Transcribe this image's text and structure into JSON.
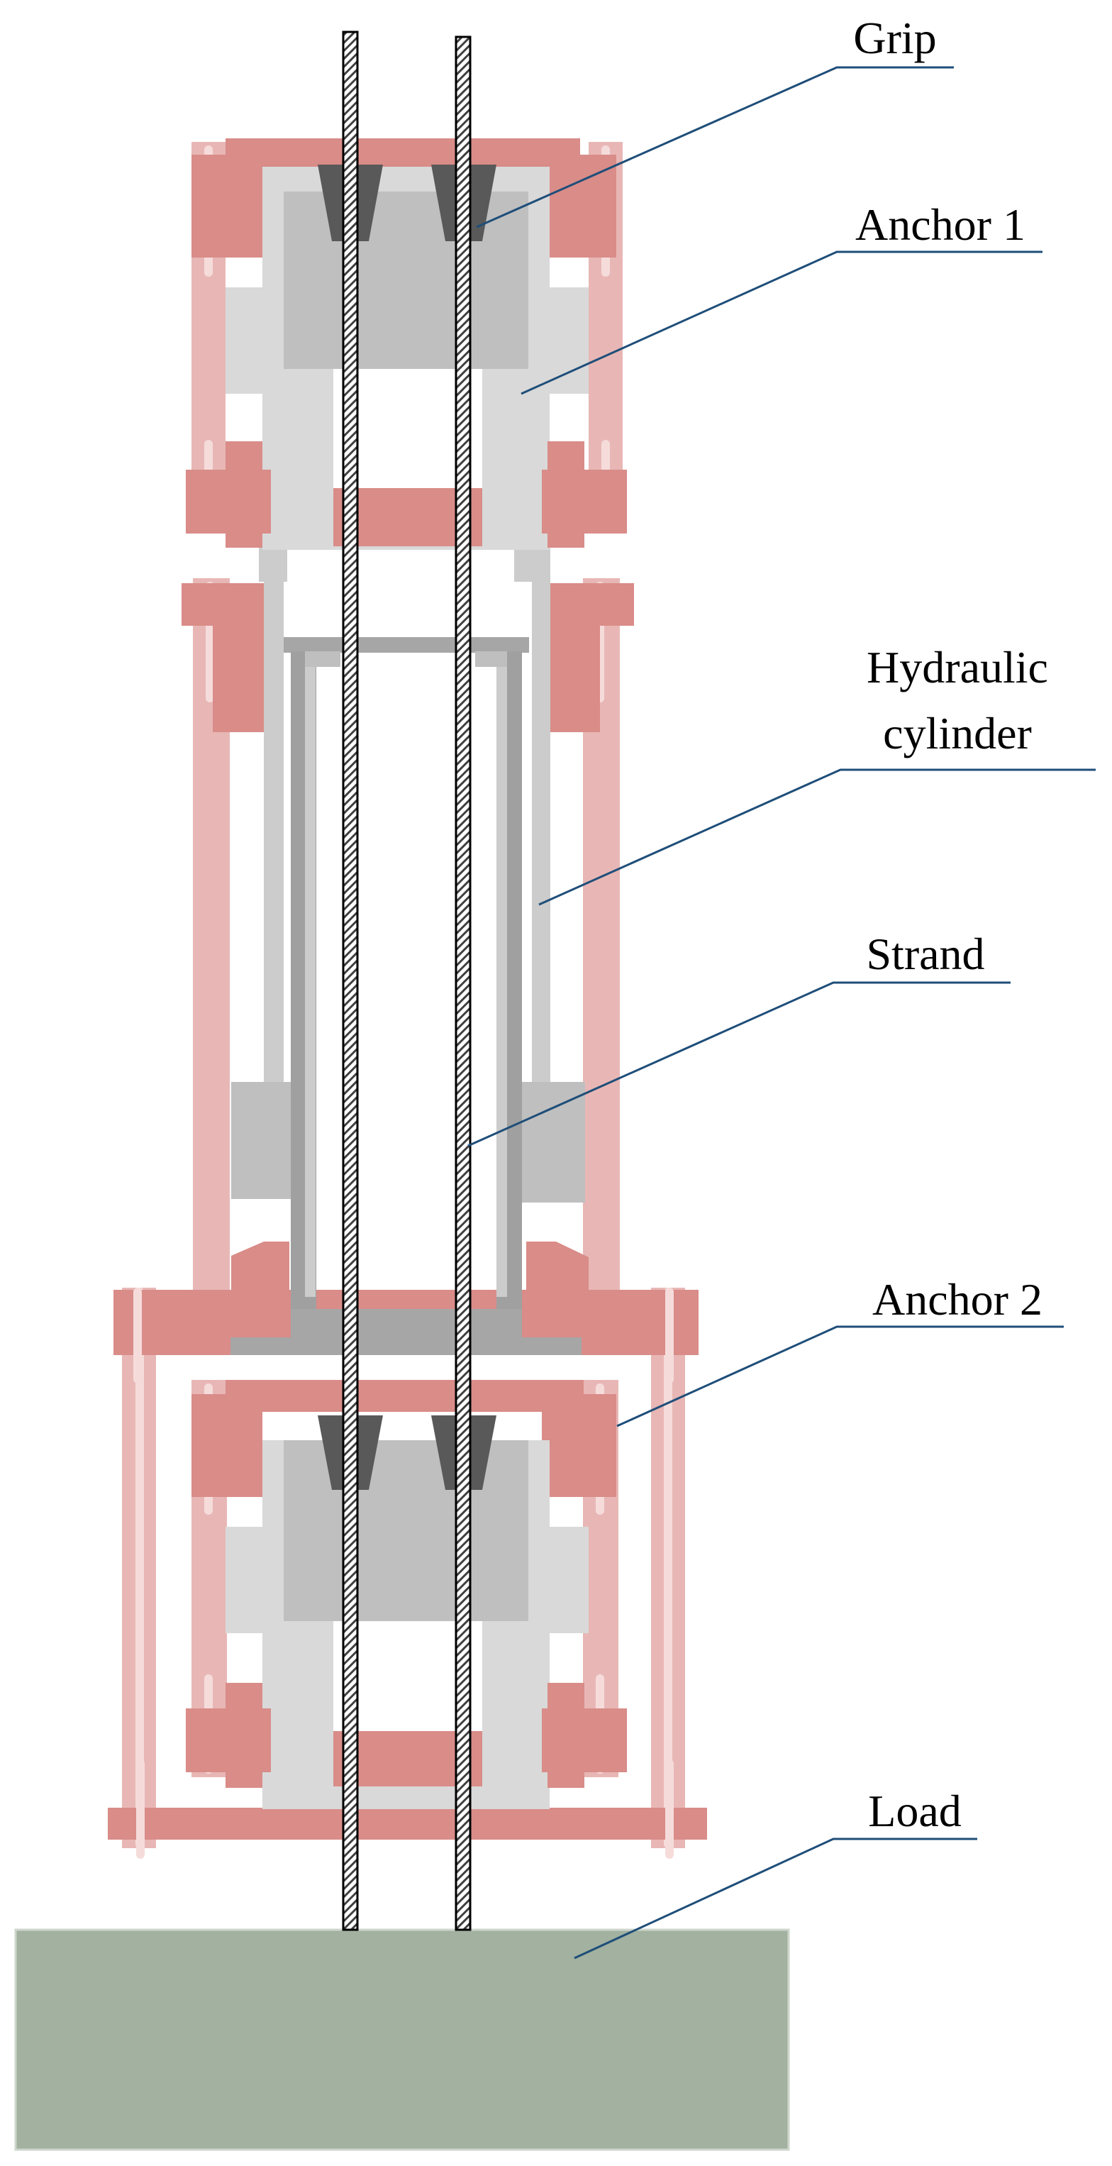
{
  "labels": {
    "grip": "Grip",
    "anchor1": "Anchor 1",
    "hydraulic_line1": "Hydraulic",
    "hydraulic_line2": "cylinder",
    "strand": "Strand",
    "anchor2": "Anchor 2",
    "load": "Load"
  },
  "colors": {
    "anchor_plate": "#d98c88",
    "bolt": "#e8b7b5",
    "bolt_light": "#f5dcdb",
    "anchor_body": "#d9d9d9",
    "wedge_block": "#bfbfbf",
    "grip": "#595959",
    "cylinder": "#a6a6a6",
    "cylinder_light": "#cccccc",
    "cylinder_dark": "#a0a0a0",
    "strand": "#404040",
    "load": "#a2b1a0",
    "leader": "#1f4e79"
  }
}
